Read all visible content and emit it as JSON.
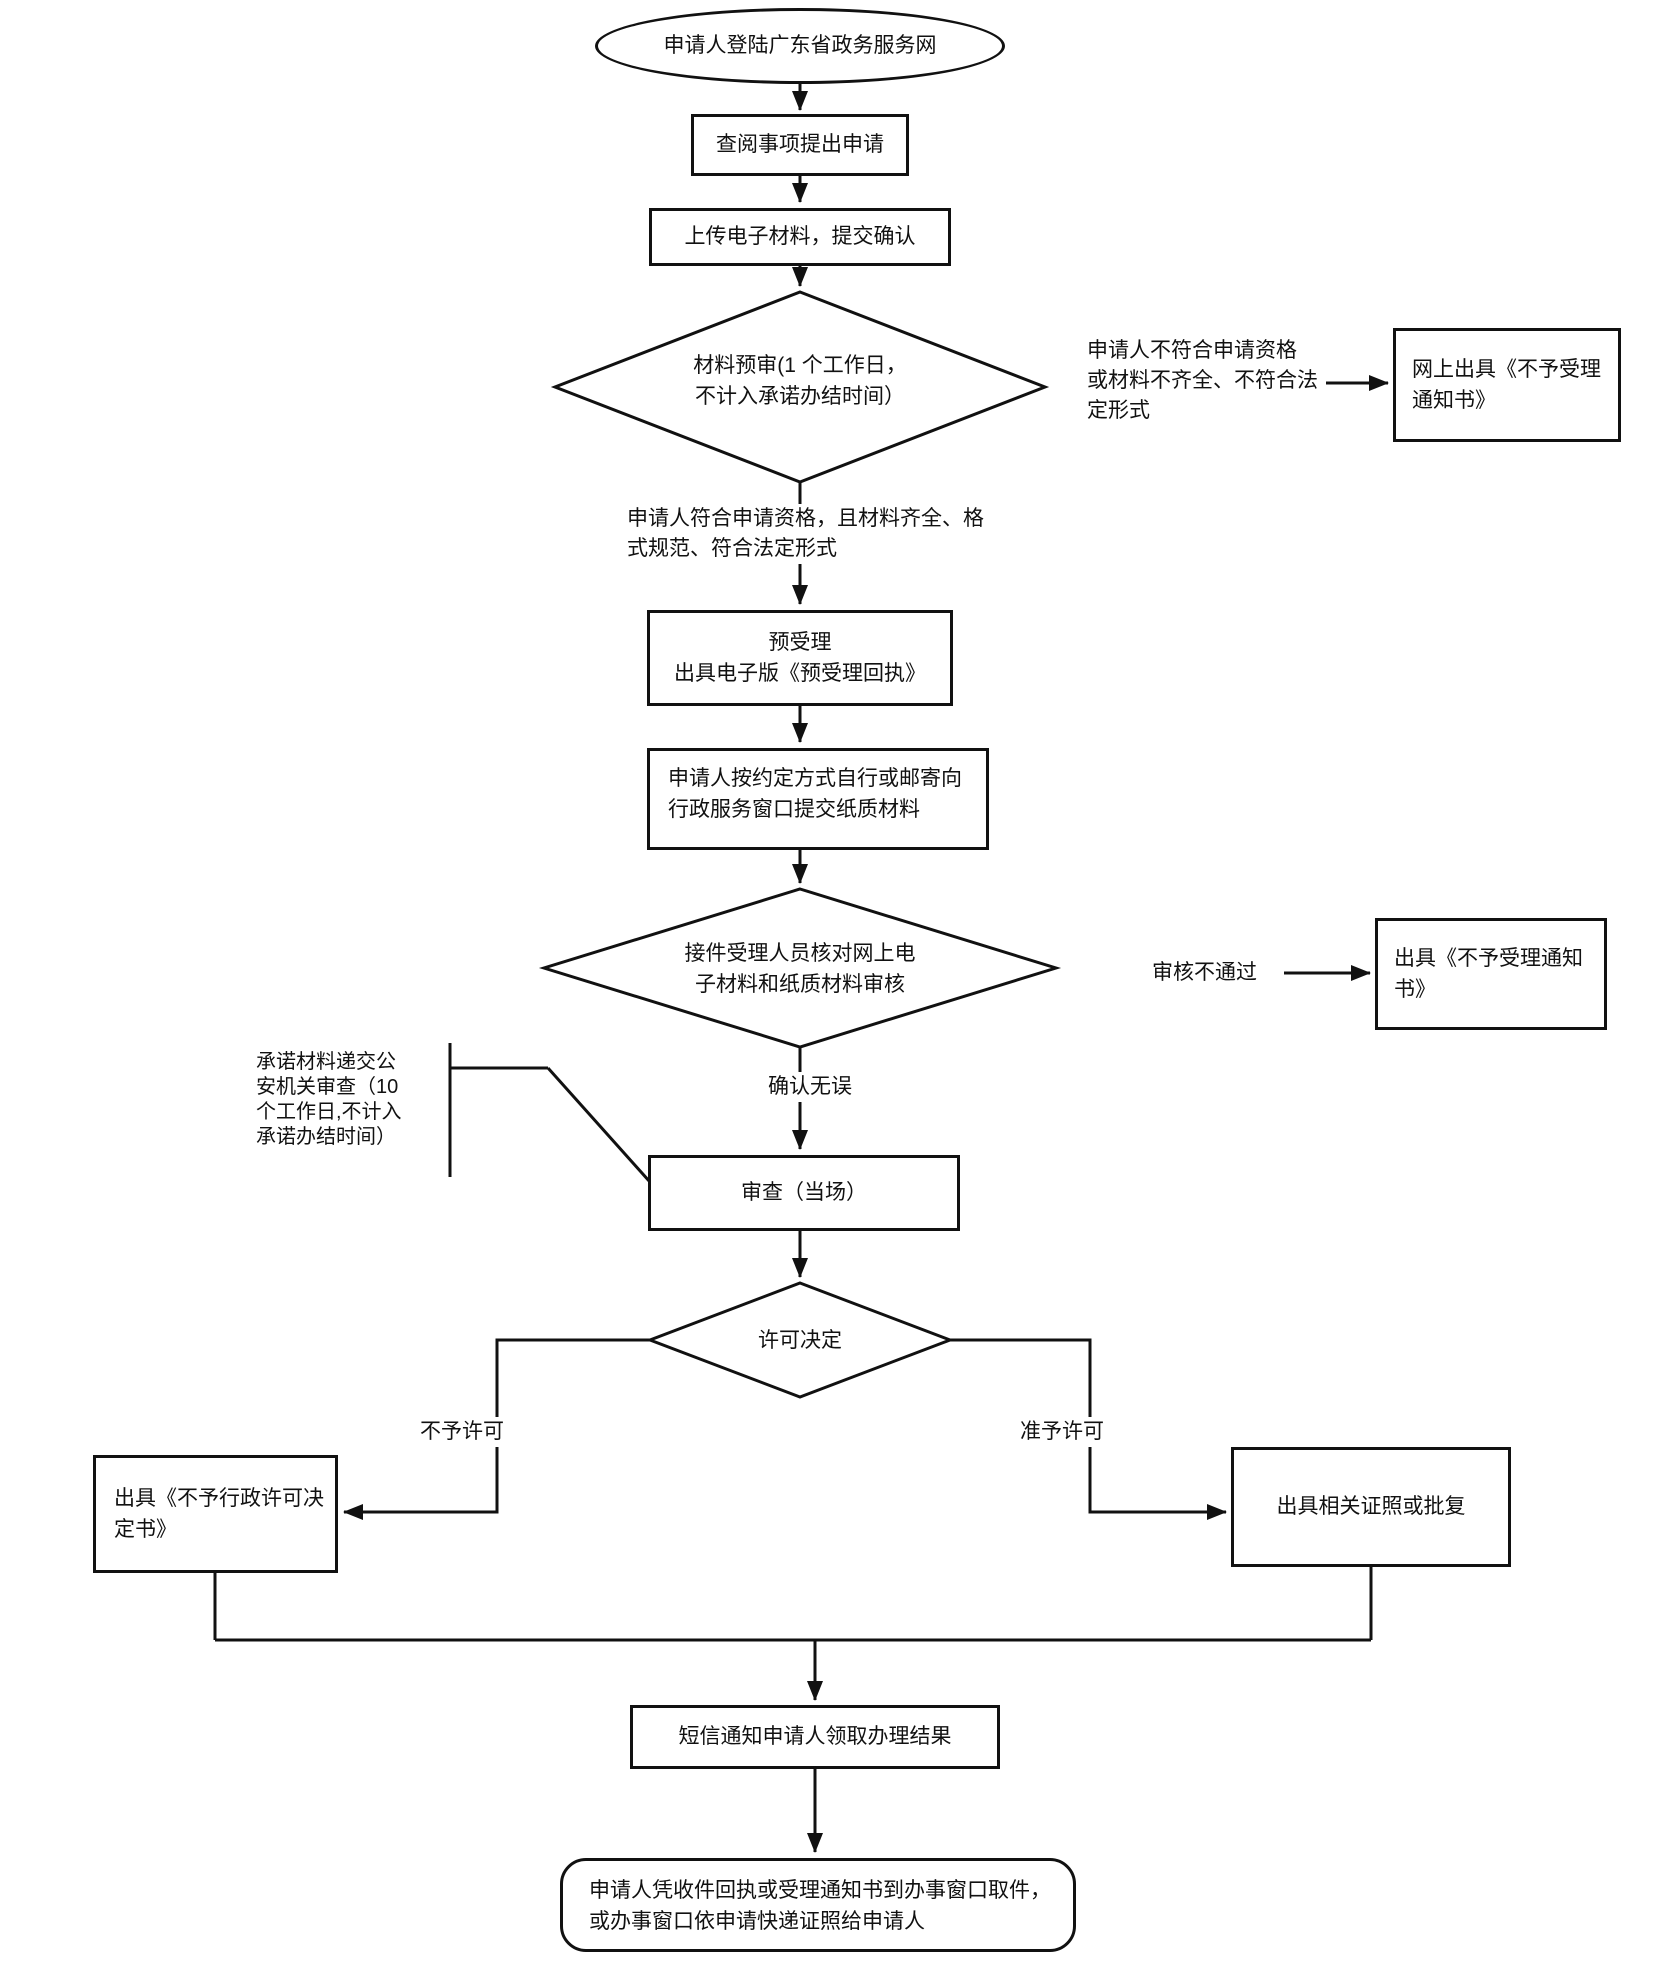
{
  "flowchart": {
    "start": "申请人登陆广东省政务服务网",
    "step1": "查阅事项提出申请",
    "step2": "上传电子材料，提交确认",
    "decision1": [
      "材料预审(1 个工作日，",
      "不计入承诺办结时间）"
    ],
    "decision1_no_label": [
      "申请人不符合申请资格",
      "或材料不齐全、不符合法",
      "定形式"
    ],
    "reject_online_box": [
      "网上出具《不予受理",
      "通知书》"
    ],
    "decision1_yes_label": [
      "申请人符合申请资格，且材料齐全、格",
      "式规范、符合法定形式"
    ],
    "step3": [
      "预受理",
      "出具电子版《预受理回执》"
    ],
    "step4": [
      "申请人按约定方式自行或邮寄向",
      "行政服务窗口提交纸质材料"
    ],
    "decision2": [
      "接件受理人员核对网上电",
      "子材料和纸质材料审核"
    ],
    "decision2_no_label": "审核不通过",
    "reject_notice_box": [
      "出具《不予受理通知",
      "书》"
    ],
    "decision2_yes_label": "确认无误",
    "callout": [
      "承诺材料递交公",
      "安机关审查（10",
      "个工作日,不计入",
      "承诺办结时间）"
    ],
    "step5": "审查（当场）",
    "decision3": "许可决定",
    "decision3_no_label": "不予许可",
    "decision3_yes_label": "准予许可",
    "deny_box": [
      "出具《不予行政许可决",
      "定书》"
    ],
    "grant_box": "出具相关证照或批复",
    "step6": "短信通知申请人领取办理结果",
    "end_box": [
      "申请人凭收件回执或受理通知书到办事窗口取件，",
      "或办事窗口依申请快递证照给申请人"
    ]
  },
  "colors": {
    "stroke": "#111111",
    "text": "#111111",
    "background": "#ffffff"
  }
}
